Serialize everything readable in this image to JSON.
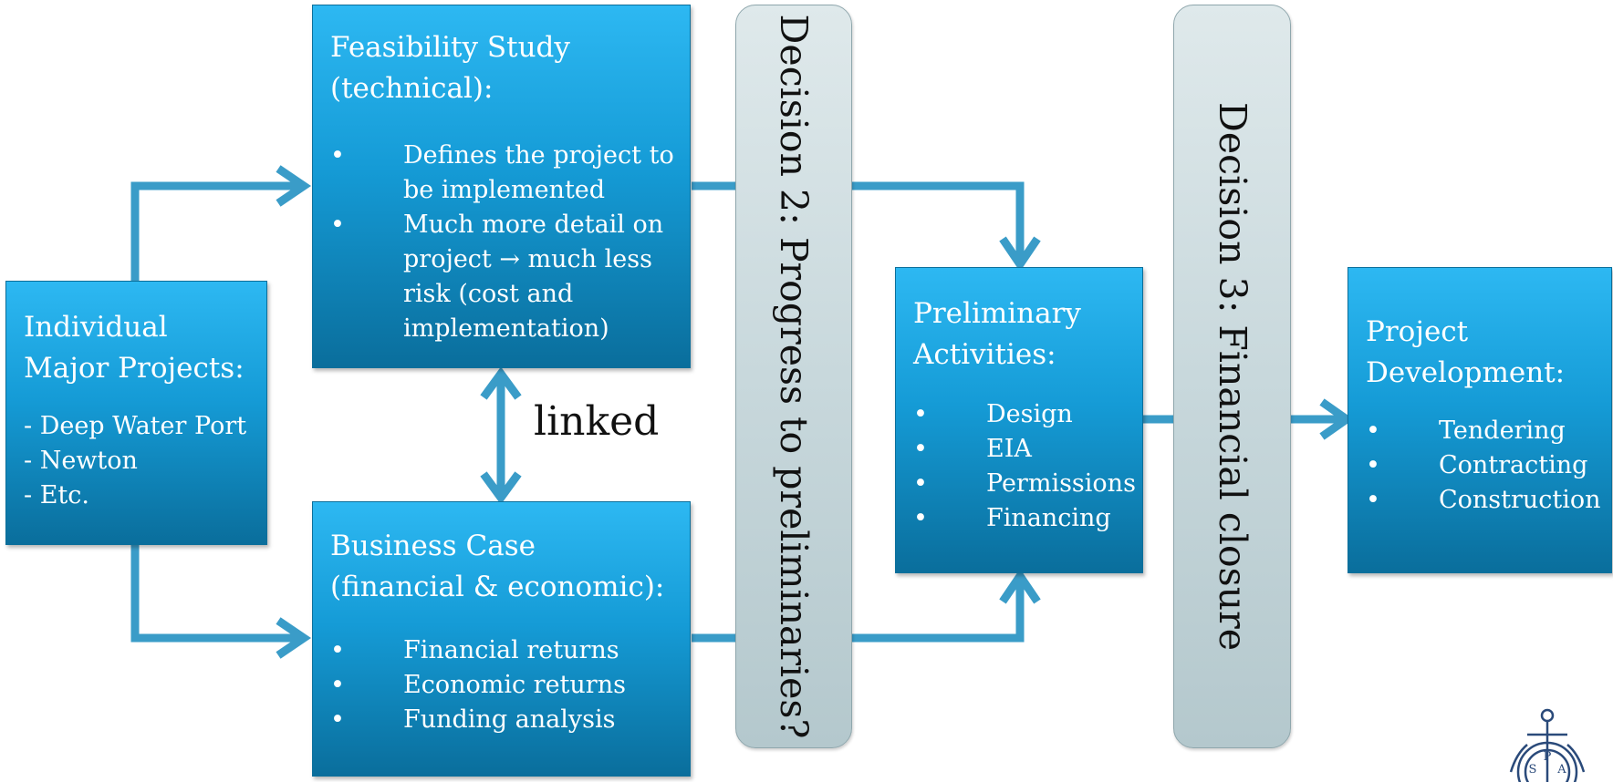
{
  "individual": {
    "title": "Individual\nMajor Projects:",
    "body": "- Deep Water Port\n- Newton\n- Etc."
  },
  "feasibility": {
    "title": "Feasibility Study\n(technical):",
    "bullets": [
      "Defines the project to be implemented",
      "Much more detail on project → much less risk (cost and implementation)"
    ]
  },
  "business": {
    "title": "Business Case\n(financial & economic):",
    "bullets": [
      "Financial returns",
      "Economic returns",
      "Funding analysis"
    ]
  },
  "linked_label": "linked",
  "decision2": "Decision 2: Progress to preliminaries?",
  "preliminary": {
    "title": "Preliminary\nActivities:",
    "bullets": [
      "Design",
      "EIA",
      "Permissions",
      "Financing"
    ]
  },
  "decision3": "Decision 3: Financial closure",
  "development": {
    "title": "Project\nDevelopment:",
    "bullets": [
      "Tendering",
      "Contracting",
      "Construction"
    ]
  },
  "bullet_char": "•",
  "colors": {
    "box_top": "#2db8f2",
    "box_bottom": "#0a6e9c",
    "arrow": "#3a9cc8",
    "pill": "#c8d8dc",
    "logo": "#2a4a7a"
  },
  "logo_letters": [
    "S",
    "P",
    "A"
  ]
}
